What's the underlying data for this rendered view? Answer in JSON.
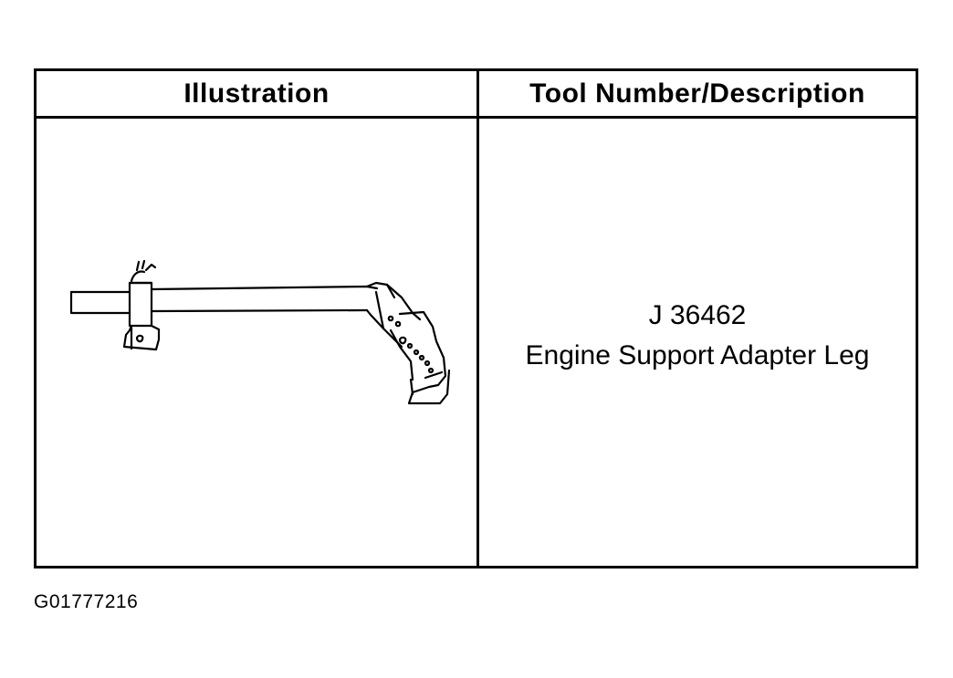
{
  "table": {
    "headers": {
      "illustration": "Illustration",
      "tool": "Tool Number/Description"
    },
    "rows": [
      {
        "illustration_icon": "engine-support-adapter-leg-drawing",
        "tool_number": "J 36462",
        "description": "Engine Support Adapter Leg"
      }
    ]
  },
  "figure_id": "G01777216"
}
